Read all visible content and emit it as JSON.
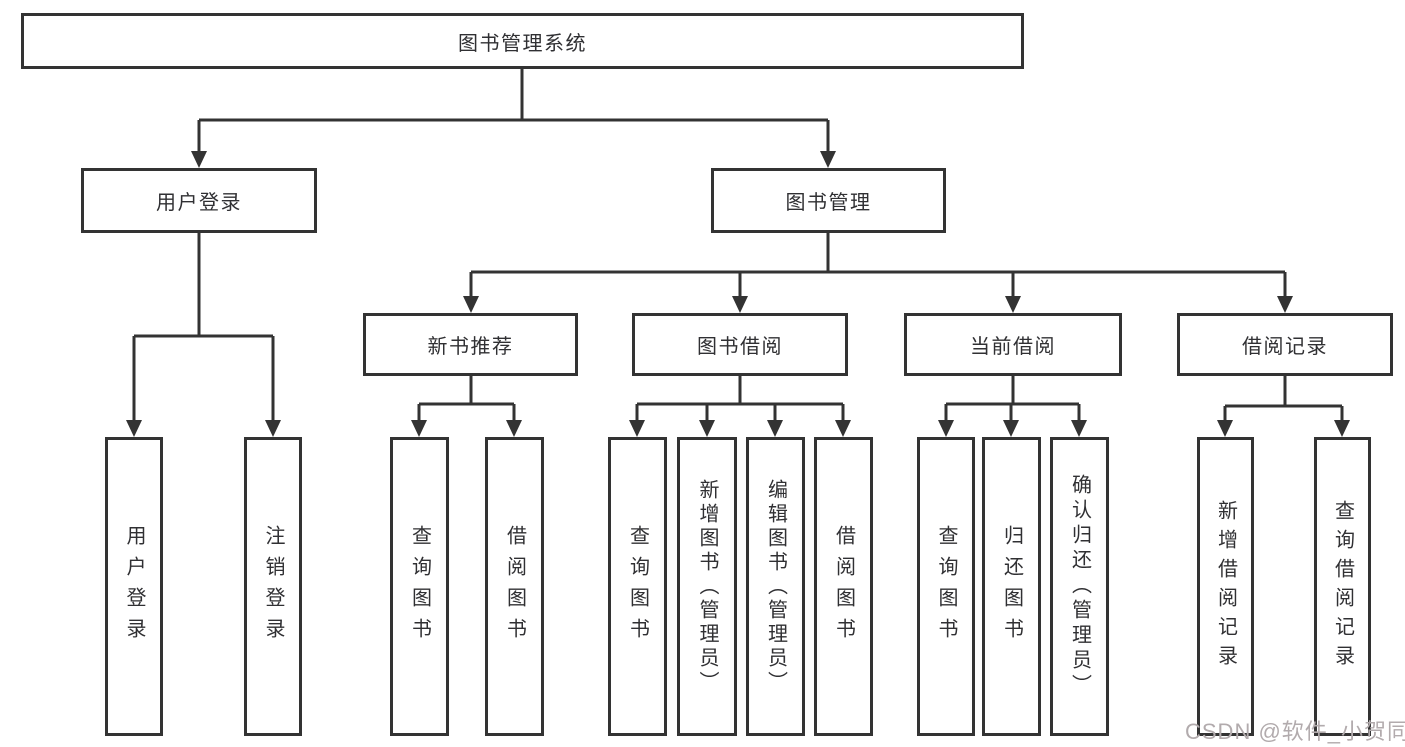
{
  "diagram": {
    "title": "图书管理系统",
    "root": {
      "label": "图书管理系统"
    },
    "level2": [
      {
        "label": "用户登录"
      },
      {
        "label": "图书管理"
      }
    ],
    "level3": [
      {
        "label": "新书推荐",
        "parent": "图书管理"
      },
      {
        "label": "图书借阅",
        "parent": "图书管理"
      },
      {
        "label": "当前借阅",
        "parent": "图书管理"
      },
      {
        "label": "借阅记录",
        "parent": "图书管理"
      }
    ],
    "leaves": [
      {
        "label": "用户登录",
        "parent": "用户登录"
      },
      {
        "label": "注销登录",
        "parent": "用户登录"
      },
      {
        "label": "查询图书",
        "parent": "新书推荐"
      },
      {
        "label": "借阅图书",
        "parent": "新书推荐"
      },
      {
        "label": "查询图书",
        "parent": "图书借阅"
      },
      {
        "label": "新增图书（管理员）",
        "parent": "图书借阅"
      },
      {
        "label": "编辑图书（管理员）",
        "parent": "图书借阅"
      },
      {
        "label": "借阅图书",
        "parent": "图书借阅"
      },
      {
        "label": "查询图书",
        "parent": "当前借阅"
      },
      {
        "label": "归还图书",
        "parent": "当前借阅"
      },
      {
        "label": "确认归还（管理员）",
        "parent": "当前借阅"
      },
      {
        "label": "新增借阅记录",
        "parent": "借阅记录"
      },
      {
        "label": "查询借阅记录",
        "parent": "借阅记录"
      }
    ]
  },
  "watermark": {
    "text": "CSDN @软件_小贺同学"
  },
  "colors": {
    "line": "#333333",
    "text": "#303033",
    "box_fill": "#ffffff",
    "watermark": "#b2abad",
    "background": "#ffffff"
  }
}
